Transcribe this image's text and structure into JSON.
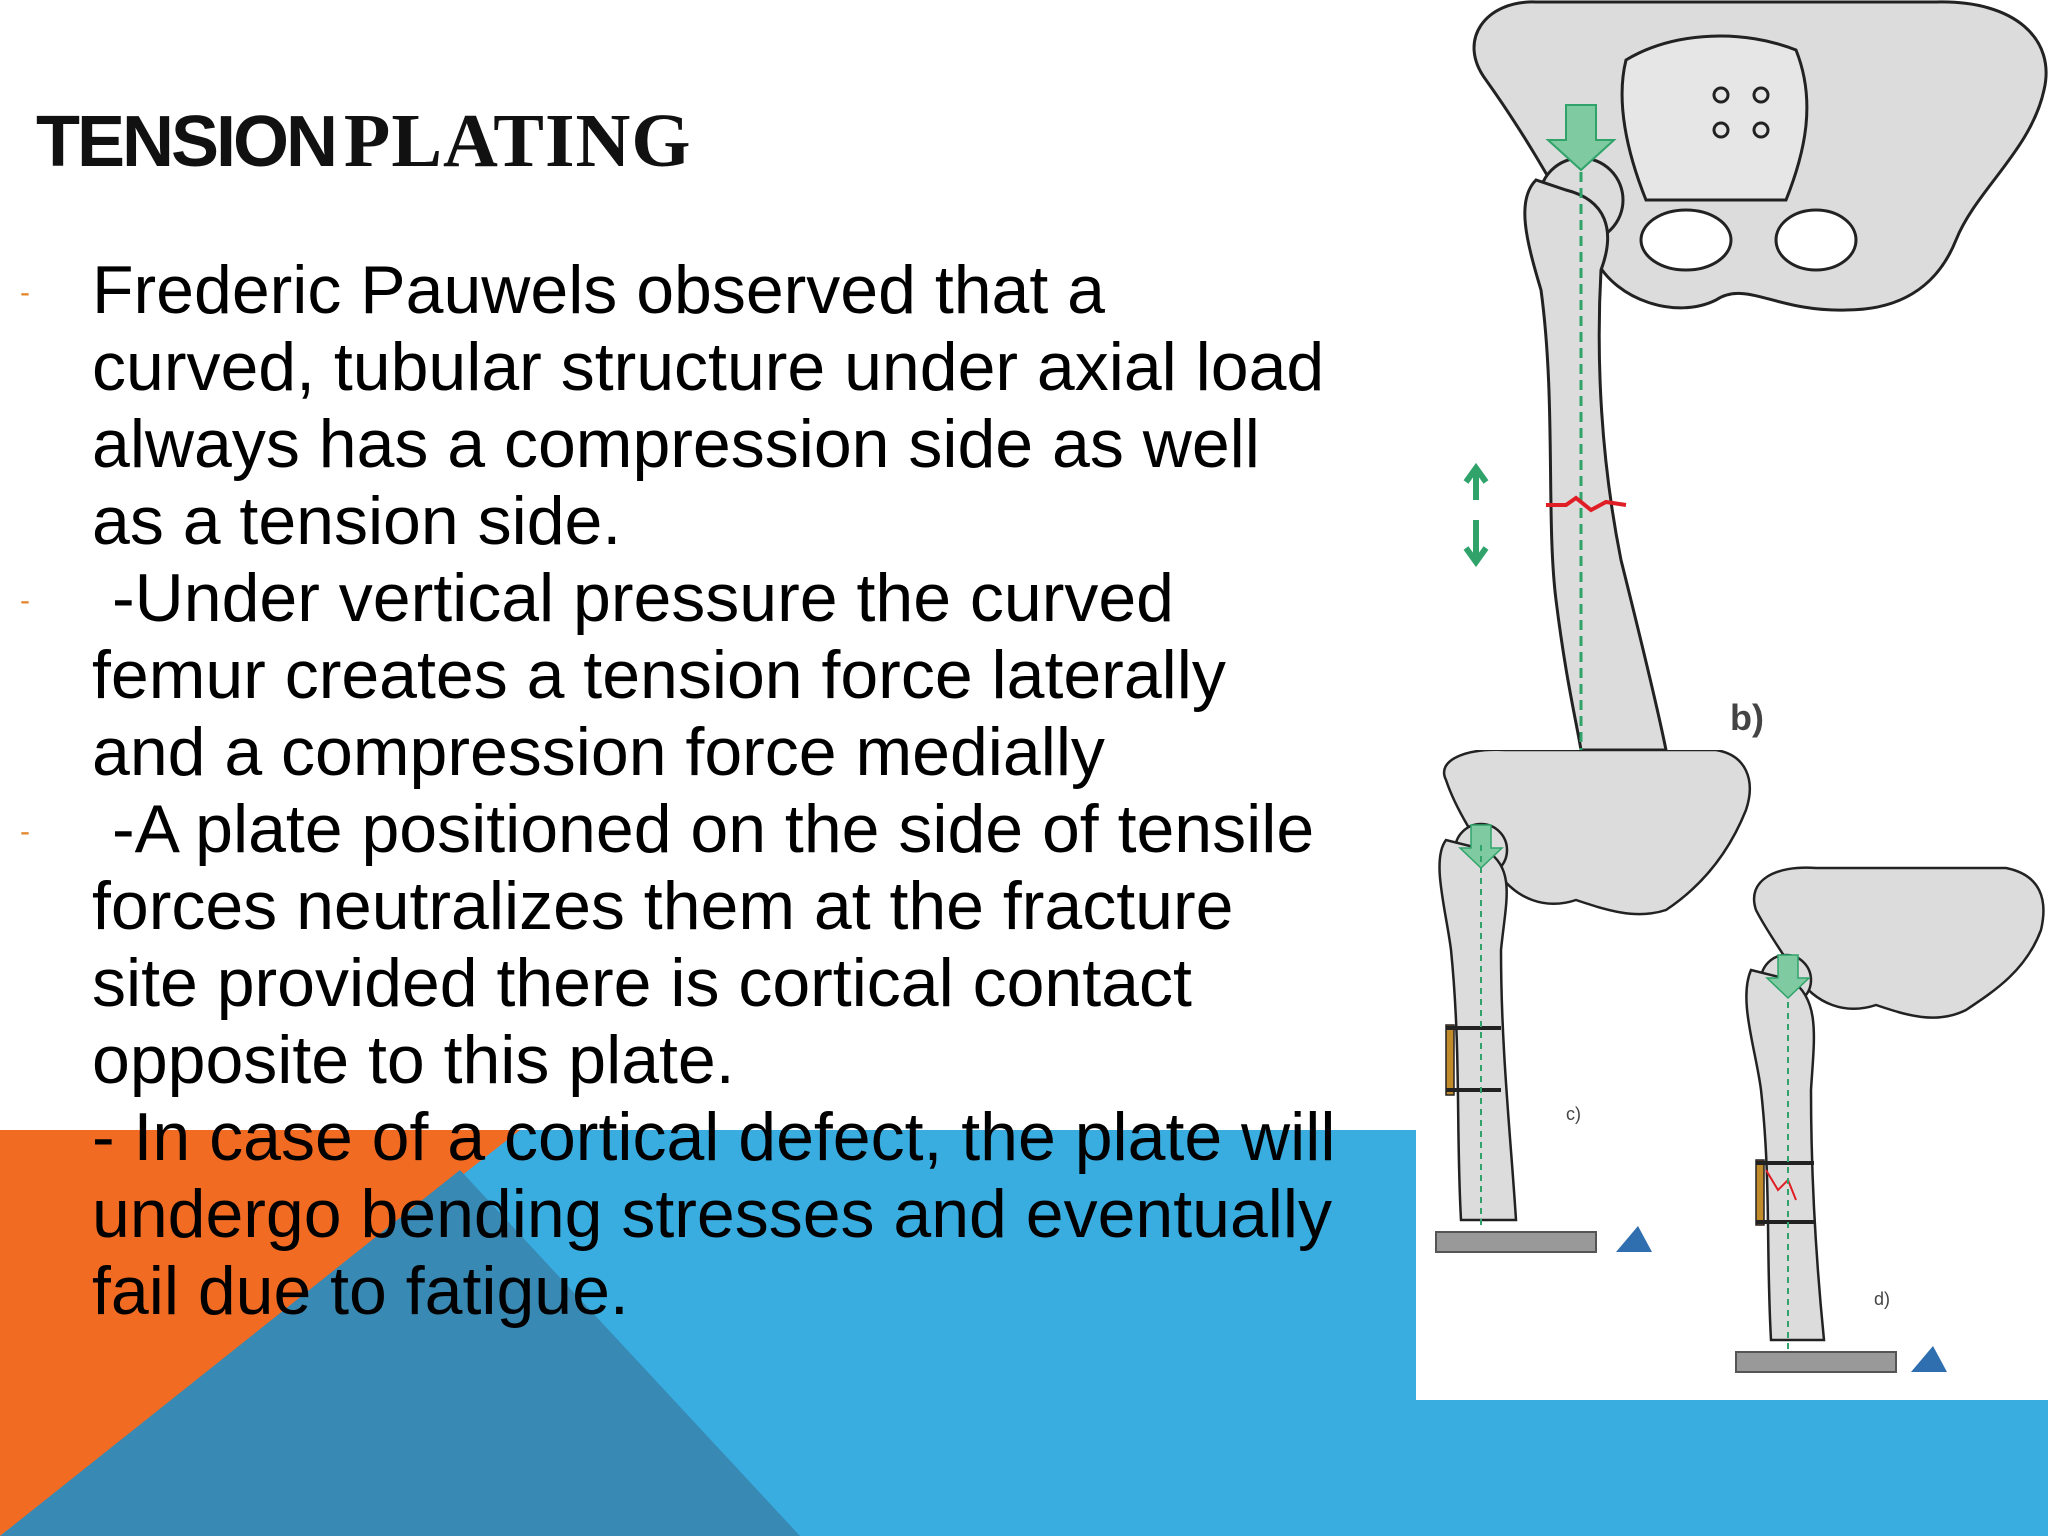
{
  "slide": {
    "title_part1": "TENSION",
    "title_part2": "PLATING",
    "bullets": [
      {
        "marker": "-",
        "lines": [
          "Frederic Pauwels observed that a",
          "curved, tubular structure under axial load",
          "always has a compression side as well",
          "as a tension side."
        ]
      },
      {
        "marker": "-",
        "lines": [
          " -Under vertical pressure the curved",
          "femur creates a tension force laterally",
          "and a compression force medially"
        ]
      },
      {
        "marker": "-",
        "lines": [
          " -A plate positioned on the side of tensile",
          "forces neutralizes them at the fracture",
          "site provided there is cortical contact",
          "opposite to this plate.",
          "- In case of a cortical defect, the plate will",
          "undergo bending stresses and eventually",
          "fail due to fatigue."
        ]
      }
    ],
    "figure_labels": {
      "b": "b)",
      "c": "c)",
      "d": "d)"
    }
  },
  "colors": {
    "accent_orange": "#f26b22",
    "accent_blue": "#39ace0",
    "accent_dark_blue": "#3889b3",
    "bullet_marker": "#e4882e",
    "bone": "#dcdcdc",
    "fracture_red": "#e01e25",
    "force_green": "#6fbf8e"
  }
}
